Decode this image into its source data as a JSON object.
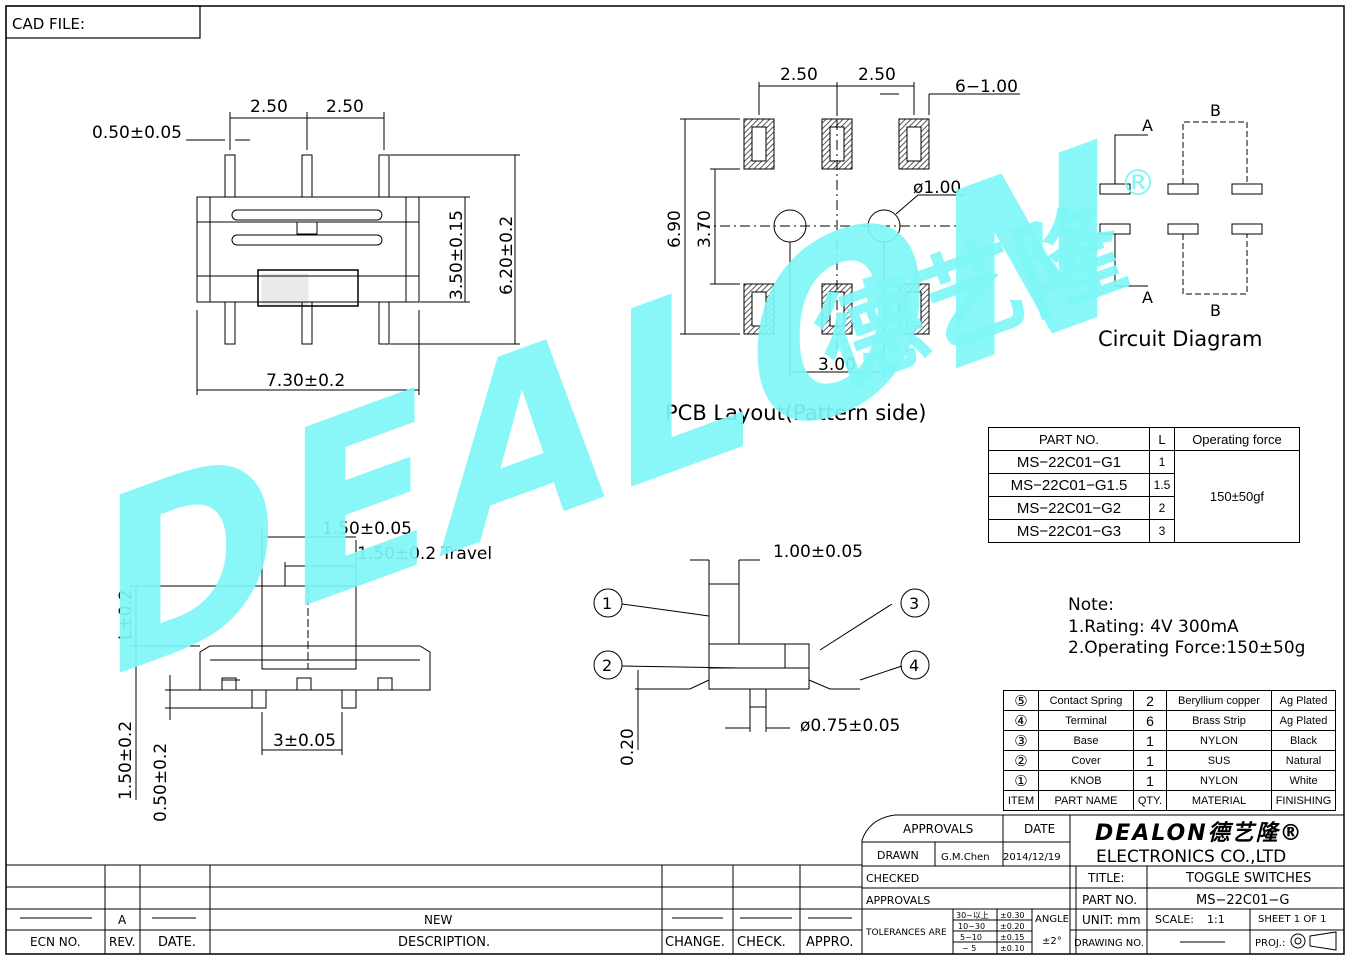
{
  "cad_label": "CAD FILE:",
  "watermark": {
    "logo_text": "DEALON",
    "logo_cn": "德艺隆",
    "registered": "®"
  },
  "top_view": {
    "pitch1": "2.50",
    "pitch2": "2.50",
    "pin_width": "0.50±0.05",
    "body_h": "3.50±0.15",
    "total_h": "6.20±0.2",
    "body_w": "7.30±0.2"
  },
  "pcb": {
    "pitch1": "2.50",
    "pitch2": "2.50",
    "pad": "6−1.00",
    "hole": "ø1.00",
    "outer_h": "6.90",
    "inner_h": "3.70",
    "hole_pitch": "3.00",
    "caption": "PCB Layout(Pattern side)"
  },
  "circuit": {
    "a_top": "A",
    "b_top": "B",
    "a_bot": "A",
    "b_bot": "B",
    "caption": "Circuit Diagram"
  },
  "side_view": {
    "knob_w": "1.50±0.05",
    "travel": "1.50±0.2 Travel",
    "l": "L±0.2",
    "h1": "1.50±0.2",
    "h2": "0.50±0.2",
    "pin_pitch": "3±0.05"
  },
  "section": {
    "knob_w": "1.00±0.05",
    "pin_d": "ø0.75±0.05",
    "gap": "0.20",
    "c1": "①",
    "c2": "②",
    "c3": "③",
    "c4": "④"
  },
  "parts_table": {
    "headers": [
      "PART NO.",
      "L",
      "Operating force"
    ],
    "rows": [
      [
        "MS−22C01−G1",
        "1"
      ],
      [
        "MS−22C01−G1.5",
        "1.5"
      ],
      [
        "MS−22C01−G2",
        "2"
      ],
      [
        "MS−22C01−G3",
        "3"
      ]
    ],
    "force": "150±50gf"
  },
  "notes": {
    "title": "Note:",
    "n1": "1.Rating:  4V  300mA",
    "n2": "2.Operating  Force:150±50g"
  },
  "bom": {
    "rows": [
      [
        "⑤",
        "Contact Spring",
        "2",
        "Beryllium copper",
        "Ag Plated"
      ],
      [
        "④",
        "Terminal",
        "6",
        "Brass Strip",
        "Ag Plated"
      ],
      [
        "③",
        "Base",
        "1",
        "NYLON",
        "Black"
      ],
      [
        "②",
        "Cover",
        "1",
        "SUS",
        "Natural"
      ],
      [
        "①",
        "KNOB",
        "1",
        "NYLON",
        "White"
      ]
    ],
    "headers": [
      "ITEM",
      "PART NAME",
      "QTY.",
      "MATERIAL",
      "FINISHING"
    ]
  },
  "title_block": {
    "approvals": "APPROVALS",
    "date": "DATE",
    "drawn": "DRAWN",
    "drawn_by": "G.M.Chen",
    "drawn_date": "2014/12/19",
    "checked": "CHECKED",
    "approvals2": "APPROVALS",
    "tolerances": "TOLERANCES ARE",
    "tol_rows": [
      [
        "30~以上",
        "±0.30"
      ],
      [
        "10~30",
        "±0.20"
      ],
      [
        "5~10",
        "±0.15"
      ],
      [
        "~ 5",
        "±0.10"
      ]
    ],
    "angle": "ANGLE",
    "angle_val": "±2°",
    "logo": "DEALON德艺隆®",
    "company": "ELECTRONICS CO.,LTD",
    "title_label": "TITLE:",
    "title": "TOGGLE SWITCHES",
    "part_label": "PART NO.",
    "part": "MS−22C01−G",
    "unit": "UNIT: mm",
    "scale_label": "SCALE:",
    "scale": "1:1",
    "sheet": "SHEET   1  OF  1",
    "drawing_no": "DRAWING NO.",
    "proj": "PROJ.:"
  },
  "revision": {
    "rev": "A",
    "desc": "NEW",
    "h_ecn": "ECN NO.",
    "h_rev": "REV.",
    "h_date": "DATE.",
    "h_desc": "DESCRIPTION.",
    "h_change": "CHANGE.",
    "h_check": "CHECK.",
    "h_appro": "APPRO."
  },
  "colors": {
    "watermark": "#7ff7f7",
    "pad_hatch": "#444444"
  }
}
